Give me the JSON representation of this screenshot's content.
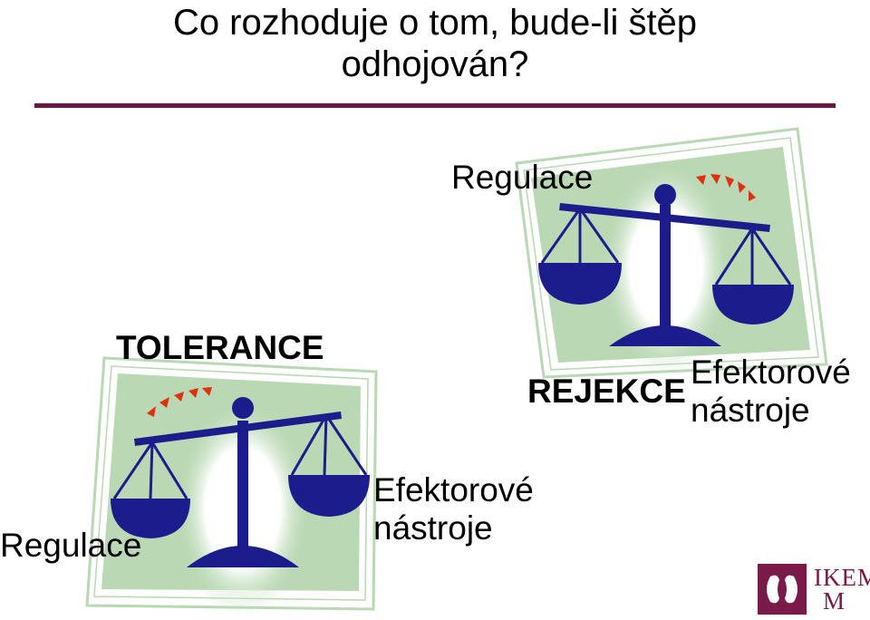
{
  "title": {
    "line1": "Co rozhoduje o tom, bude-li štěp",
    "line2": "odhojován?"
  },
  "left_panel": {
    "heading": "TOLERANCE",
    "left_label": "Regulace",
    "right_label_line1": "Efektorové",
    "right_label_line2": "nástroje"
  },
  "right_panel": {
    "top_label": "Regulace",
    "heading": "REJEKCE",
    "right_label_line1": "Efektorové",
    "right_label_line2": "nástroje"
  },
  "logo": {
    "line1": "IKEM",
    "line2": "M"
  },
  "colors": {
    "accent_rule": "#6b1745",
    "scale_blue": "#1c1c8c",
    "panel_green": "#b9d8b3",
    "arrow_red": "#e03010",
    "logo": "#7a1a4a"
  },
  "icons": {
    "scale": "balance-scale-icon",
    "arrows": "red-arrowheads-icon"
  }
}
